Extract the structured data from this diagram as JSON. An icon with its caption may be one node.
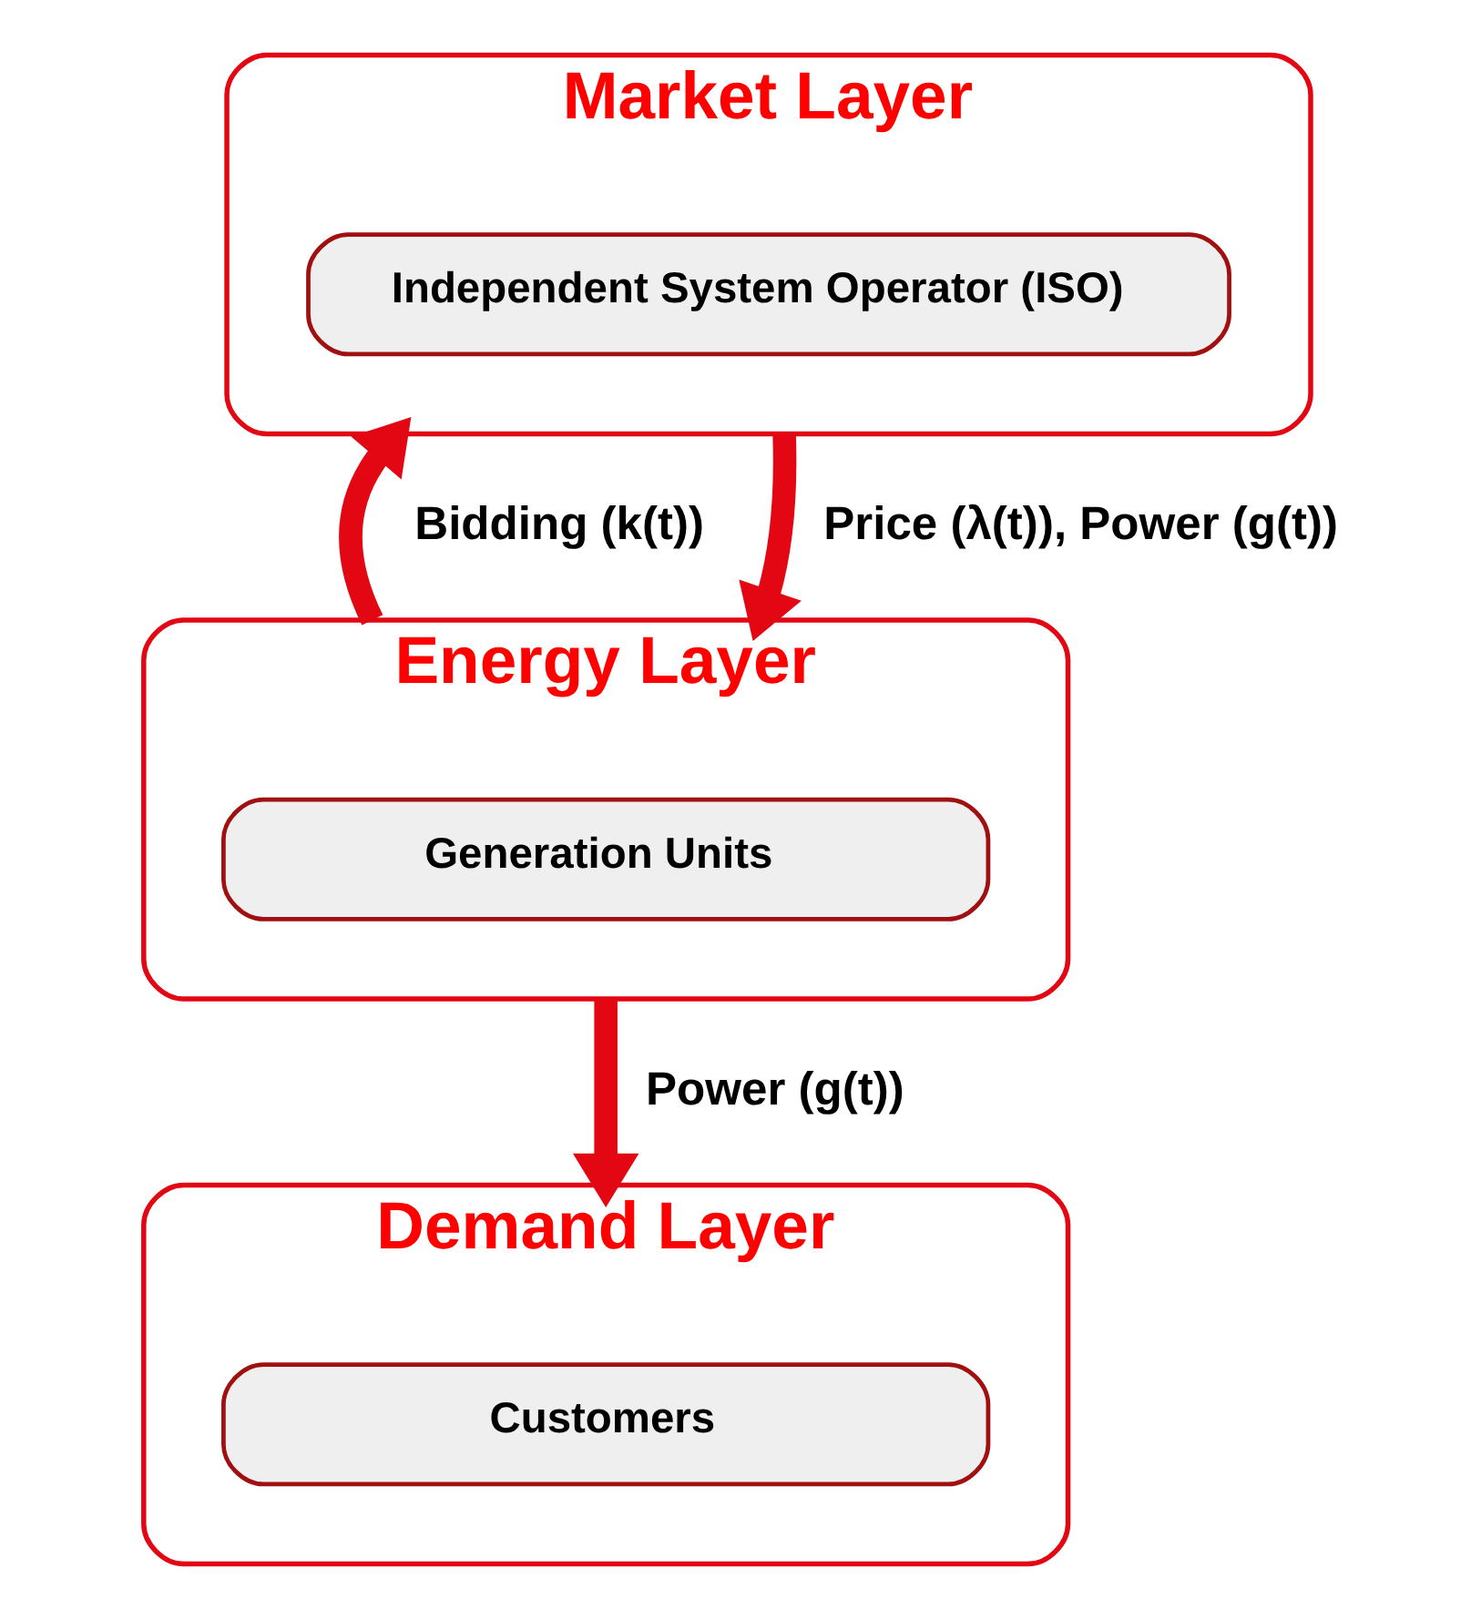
{
  "diagram": {
    "nodes": [
      {
        "text": [
          "Market Layer"
        ]
      },
      {
        "text": [
          "Independent System Operator (ISO)"
        ],
        "in": 0
      },
      {
        "text": [
          "Energy Layer"
        ]
      },
      {
        "text": [
          "Generation Units"
        ],
        "in": 2
      },
      {
        "text": [
          "Demand Layer"
        ]
      },
      {
        "text": [
          "Customers"
        ],
        "in": 4
      }
    ],
    "edges": [
      {
        "from": 2,
        "to": 0,
        "arrow": "to",
        "label": "Bidding (k(t))"
      },
      {
        "from": 0,
        "to": 2,
        "arrow": "to",
        "label": "Price (λ(t)), Power (g(t))"
      },
      {
        "from": 2,
        "to": 4,
        "arrow": "to",
        "label": "Power (g(t))"
      }
    ]
  }
}
